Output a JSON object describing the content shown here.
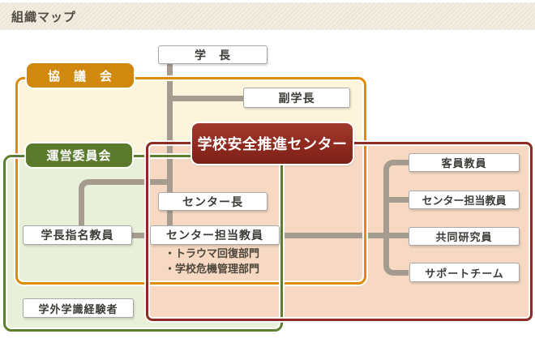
{
  "header": {
    "title": "組織マップ"
  },
  "groups": {
    "council": {
      "label": "協　議　会"
    },
    "steering": {
      "label": "運営委員会"
    },
    "center": {
      "title": "学校安全推進センター"
    }
  },
  "boxes": {
    "president": "学　長",
    "vice_president": "副学長",
    "center_director": "センター長",
    "center_faculty_main": "センター担当教員",
    "president_appointed": "学長指名教員",
    "external_experts": "学外学識経験者",
    "visiting_faculty": "客員教員",
    "center_faculty_right": "センター担当教員",
    "joint_researchers": "共同研究員",
    "support_team": "サポートチーム"
  },
  "divisions": [
    "・トラウマ回復部門",
    "・学校危機管理部門"
  ],
  "colors": {
    "header_bg": "#F1EDE1",
    "council_border": "#DE8C05",
    "council_fill": "#FCF4DB",
    "council_tag_bg": "#D1880E",
    "steering_border": "#5E7D2F",
    "steering_fill": "#E9F0DA",
    "steering_tag_bg": "#5C7A2D",
    "center_border": "#8E2B23",
    "center_fill": "#F7D9C3",
    "center_title_bg": "#8D281E",
    "connector": "#A59C8F"
  }
}
